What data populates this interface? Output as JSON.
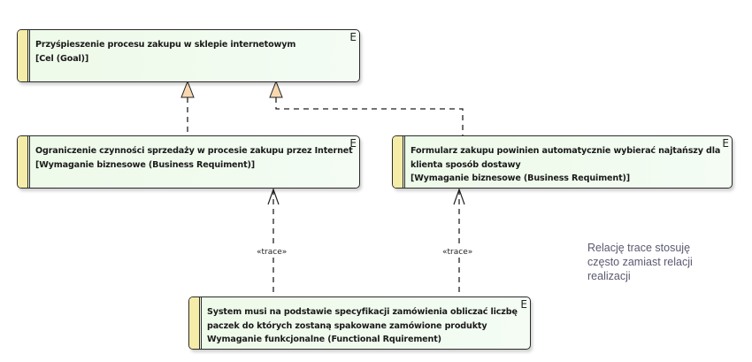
{
  "diagram": {
    "type": "requirements-diagram",
    "elements": [
      {
        "id": "goal",
        "lines": [
          "Przyśpieszenie procesu zakupu w sklepie internetowym",
          "[Cel (Goal)]"
        ],
        "badge": "E"
      },
      {
        "id": "br1",
        "lines": [
          "Ograniczenie czynności sprzedaży w procesie zakupu przez Internet",
          "[Wymaganie biznesowe (Business Requiment)]"
        ],
        "badge": "E"
      },
      {
        "id": "br2",
        "lines": [
          "Formularz zakupu powinien automatycznie wybierać najtańszy dla",
          "klienta sposób dostawy",
          "[Wymaganie biznesowe (Business Requiment)]"
        ],
        "badge": "E"
      },
      {
        "id": "fr1",
        "lines": [
          "System musi na podstawie specyfikacji zamówienia obliczać liczbę",
          "paczek do których zostaną spakowane zamówione produkty",
          "Wymaganie funkcjonalne  (Functional Rquirement)"
        ],
        "badge": "E"
      }
    ],
    "relations": [
      {
        "from": "br1",
        "to": "goal",
        "kind": "realization"
      },
      {
        "from": "br2",
        "to": "goal",
        "kind": "realization"
      },
      {
        "from": "fr1",
        "to": "br1",
        "kind": "trace",
        "label": "«trace»"
      },
      {
        "from": "fr1",
        "to": "br2",
        "kind": "trace",
        "label": "«trace»"
      }
    ],
    "note": {
      "lines": [
        "Relację trace stosuję",
        "często zamiast relacji",
        "realizacji"
      ]
    },
    "colors": {
      "element_fill": "#eefae9",
      "stripe": "#f5eca8",
      "realization_head": "#f8d8b0",
      "note_text": "#5a5a70"
    }
  }
}
